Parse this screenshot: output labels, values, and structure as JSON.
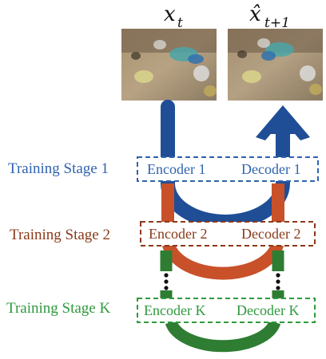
{
  "images": {
    "current": {
      "label": "x",
      "subscript": "t"
    },
    "predicted": {
      "label": "x̂",
      "subscript": "t+1"
    }
  },
  "colors": {
    "stage1": "#1f4e96",
    "stage1_text": "#2f63b0",
    "stage2": "#c8512a",
    "stage2_text": "#8a3a1a",
    "stageK": "#2e7d32",
    "stageK_text": "#2e9a3c"
  },
  "stages": [
    {
      "label": "Training Stage 1",
      "encoder": "Encoder 1",
      "decoder": "Decoder 1"
    },
    {
      "label": "Training Stage 2",
      "encoder": "Encoder 2",
      "decoder": "Decoder 2"
    },
    {
      "label": "Training Stage K",
      "encoder": "Encoder K",
      "decoder": "Decoder K"
    }
  ]
}
